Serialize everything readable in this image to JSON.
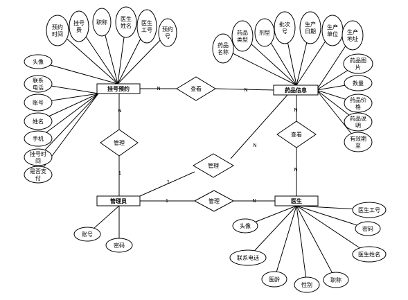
{
  "entities": {
    "registration": "挂号预约",
    "drug_info": "药品信息",
    "admin": "管理员",
    "doctor": "医生"
  },
  "relationships": {
    "rel_reg_drug": "查看",
    "rel_reg_admin": "管理",
    "rel_admin_doctor": "管理",
    "rel_admin_drug": "管理",
    "rel_doctor_drug": "查看"
  },
  "cardinalities": {
    "reg_drug_left": "N",
    "reg_drug_right": "N",
    "reg_admin_top": "N",
    "reg_admin_bottom": "1",
    "admin_doctor_left": "1",
    "admin_doctor_right": "N",
    "admin_drug_left": "1",
    "admin_drug_right": "N",
    "doctor_drug_top": "N",
    "doctor_drug_bottom": "N"
  },
  "attributes": {
    "registration": [
      "预约时间",
      "挂号费",
      "职称",
      "医生姓名",
      "医生工号",
      "预约号",
      "头像",
      "联系电话",
      "账号",
      "姓名",
      "手机",
      "挂号时间",
      "是否支付"
    ],
    "drug_info": [
      "药品名称",
      "药品类型",
      "剂型",
      "批次号",
      "生产日期",
      "生产单位",
      "生产地址",
      "药品图片",
      "数量",
      "药品价格",
      "药品说明",
      "有效期至"
    ],
    "admin": [
      "账号",
      "密码"
    ],
    "doctor": [
      "头像",
      "联系电话",
      "医龄",
      "性别",
      "职称",
      "医生姓名",
      "密码",
      "医生工号"
    ]
  }
}
